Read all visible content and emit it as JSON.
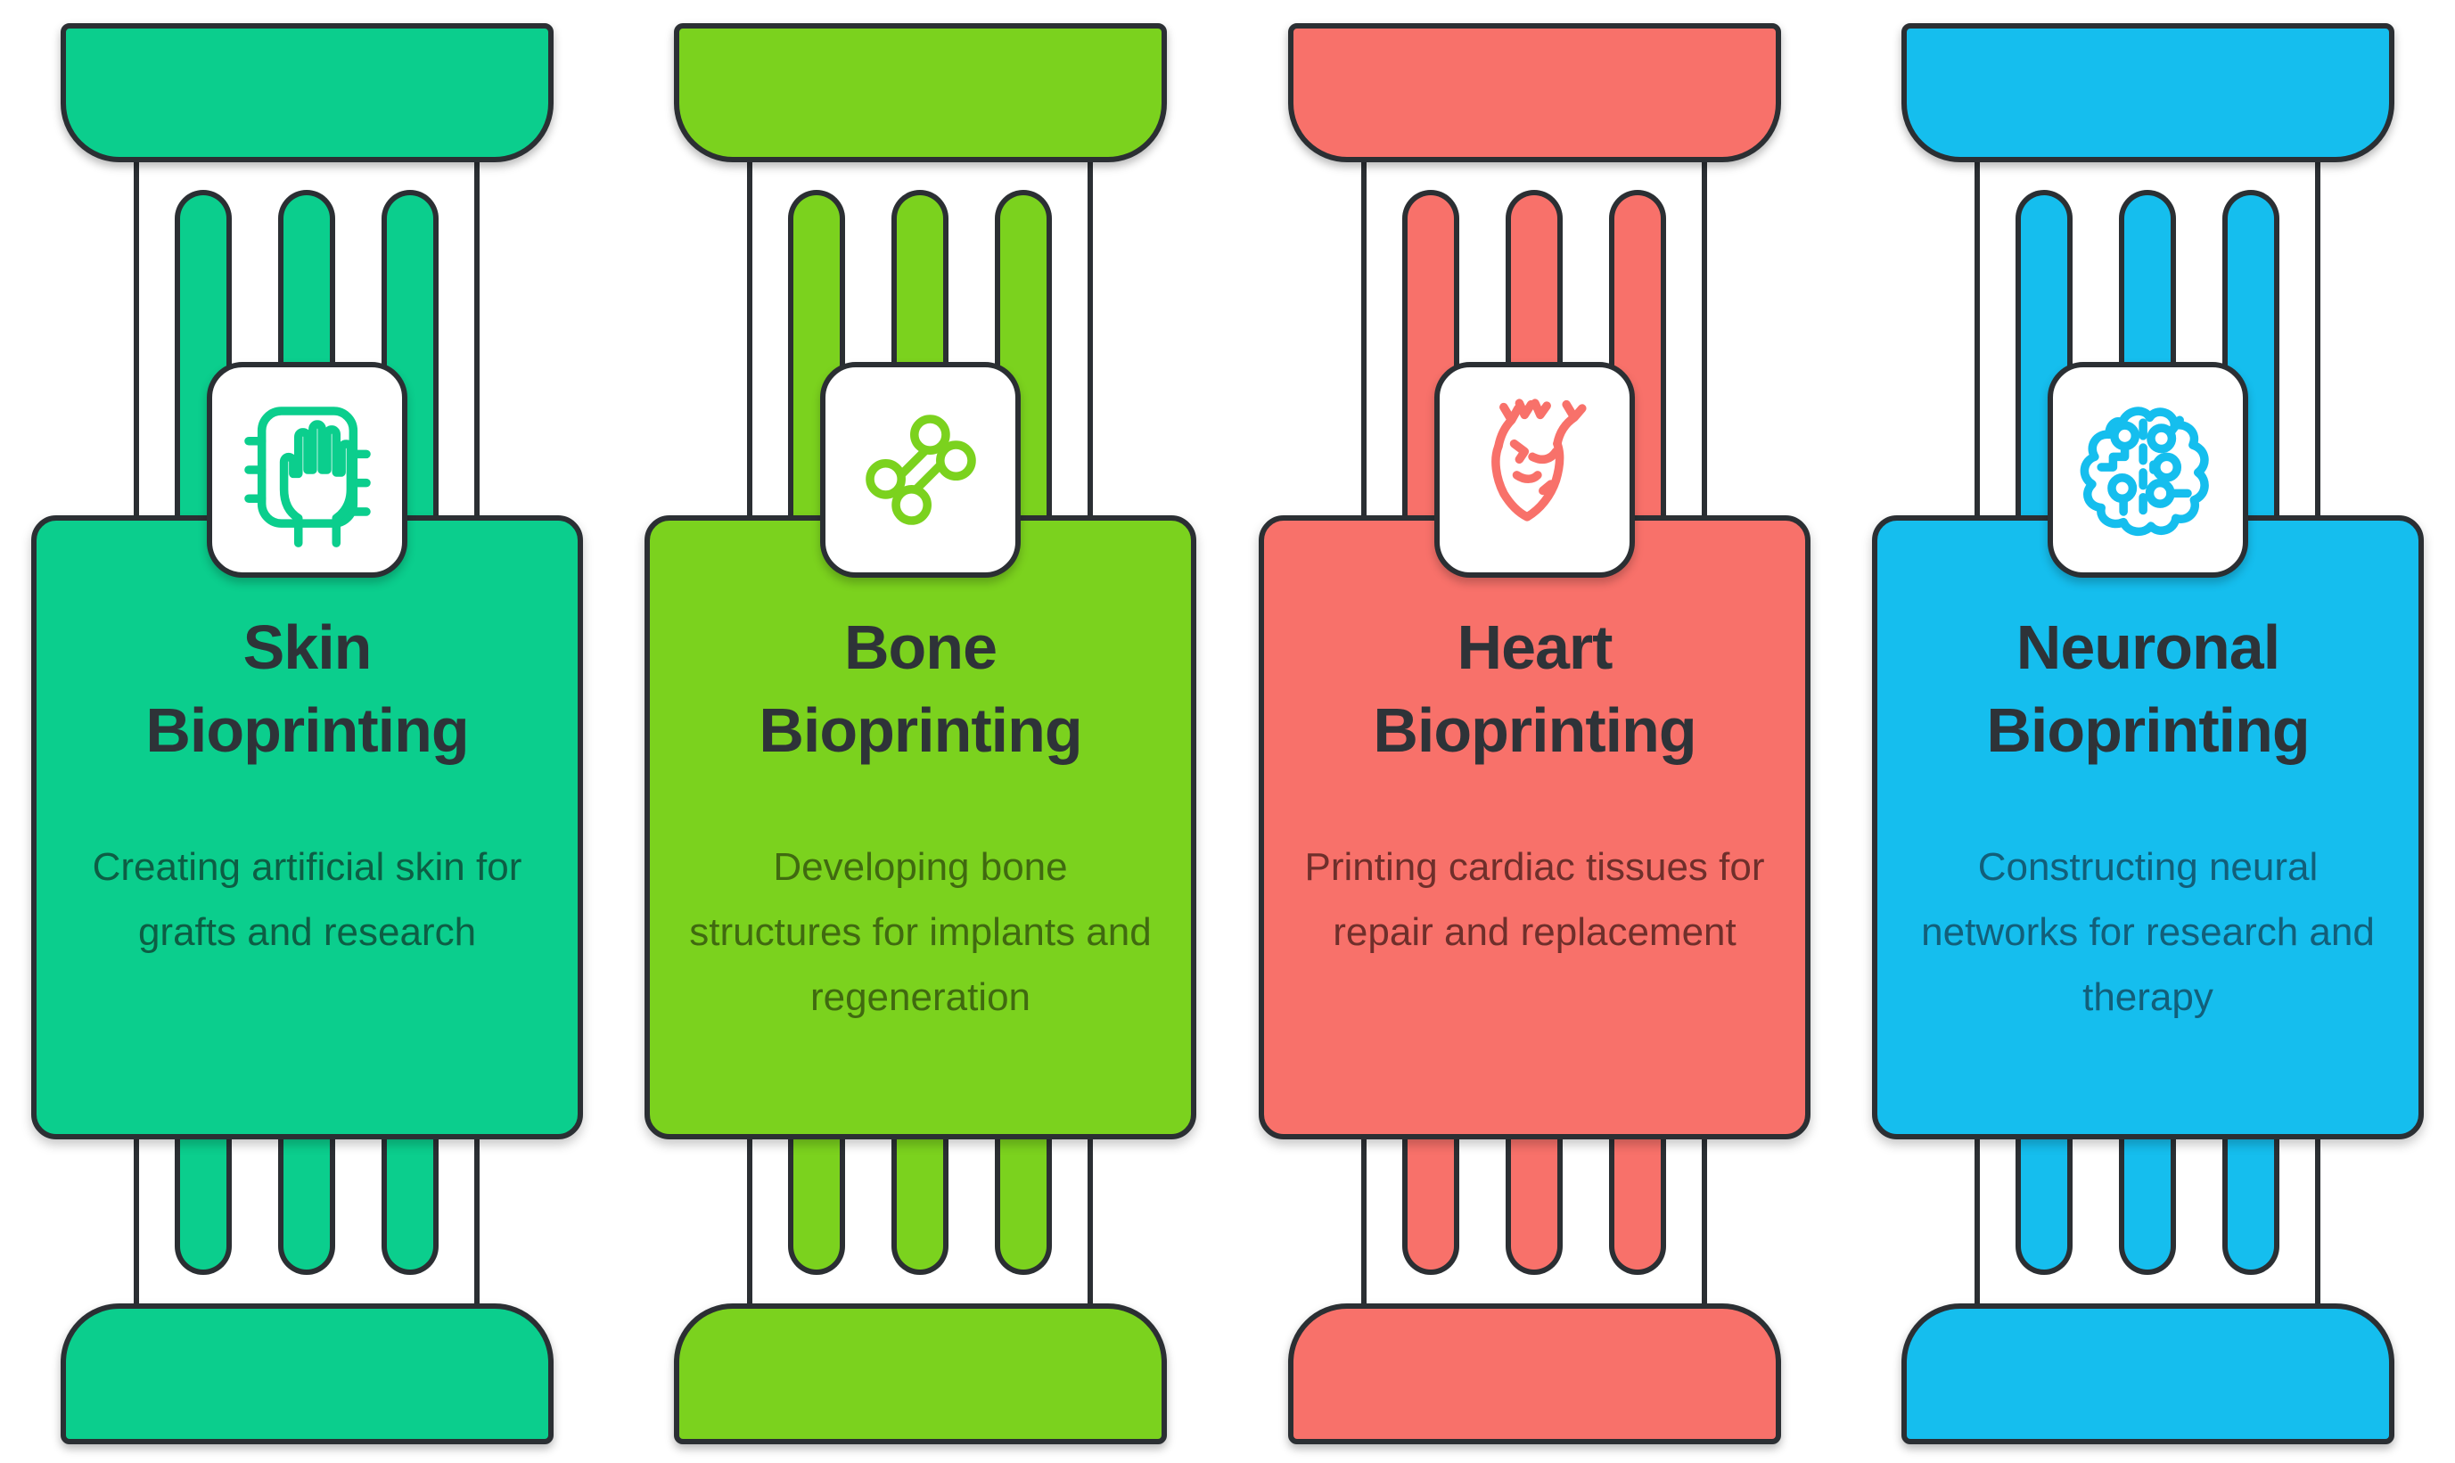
{
  "infographic": {
    "background": "#ffffff",
    "outline_color": "#2b2f33",
    "title_color": "#2e3338",
    "icon_box_bg": "#ffffff",
    "columns": [
      {
        "id": "skin",
        "title": "Skin Bioprinting",
        "title_lines": [
          "Skin",
          "Bioprinting"
        ],
        "description": "Creating artificial skin for grafts and research",
        "color": "#0bce8d",
        "text_color": "#0d5e44",
        "icon": "hand-chip-icon"
      },
      {
        "id": "bone",
        "title": "Bone Bioprinting",
        "title_lines": [
          "Bone",
          "Bioprinting"
        ],
        "description": "Developing bone structures for implants and regeneration",
        "color": "#7bd21e",
        "text_color": "#406a10",
        "icon": "bone-icon"
      },
      {
        "id": "heart",
        "title": "Heart Bioprinting",
        "title_lines": [
          "Heart",
          "Bioprinting"
        ],
        "description": "Printing cardiac tissues for repair and replacement",
        "color": "#f8716a",
        "text_color": "#6f2f2b",
        "icon": "heart-icon"
      },
      {
        "id": "neuronal",
        "title": "Neuronal Bioprinting",
        "title_lines": [
          "Neuronal",
          "Bioprinting"
        ],
        "description": "Constructing neural networks for research and therapy",
        "color": "#15beee",
        "text_color": "#125f7a",
        "icon": "brain-circuit-icon"
      }
    ]
  }
}
